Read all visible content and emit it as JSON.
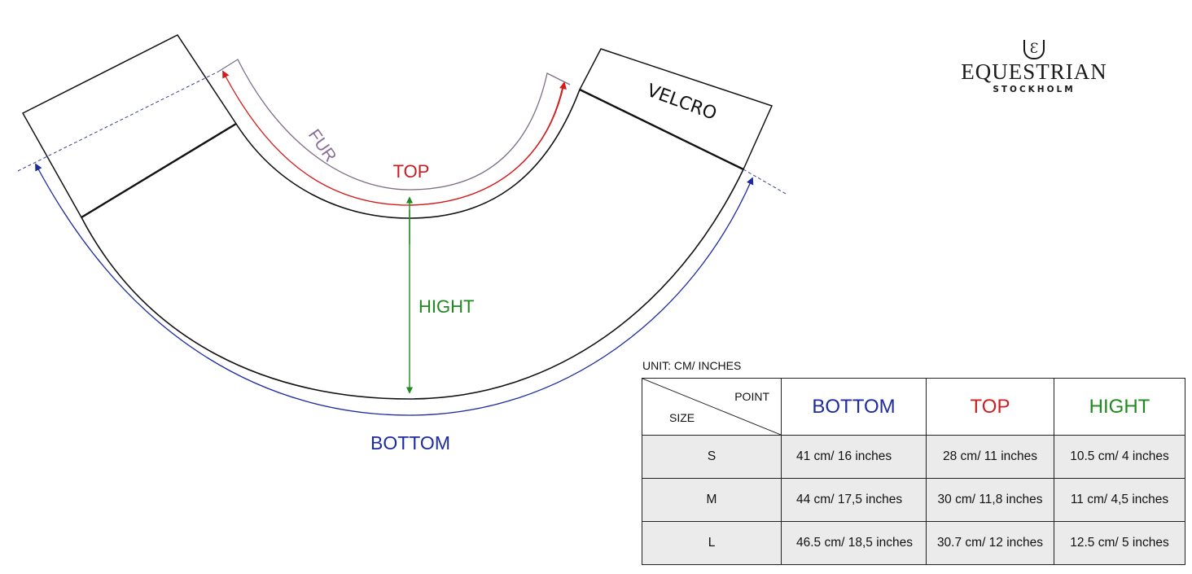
{
  "diagram": {
    "labels": {
      "fur": "FUR",
      "top": "TOP",
      "hight": "HIGHT",
      "bottom": "BOTTOM",
      "velcro": "VELCRO"
    },
    "colors": {
      "bottom": "#1c2ba0",
      "top": "#cc1f1f",
      "hight": "#1f8a1f",
      "fur": "#8a6f96",
      "outline": "#111111"
    }
  },
  "logo": {
    "mark": "Ɛ",
    "brand": "EQUESTRIAN",
    "city": "STOCKHOLM"
  },
  "table": {
    "unit": "UNIT: CM/ INCHES",
    "corner_point": "POINT",
    "corner_size": "SIZE",
    "headers": [
      {
        "label": "BOTTOM",
        "color": "#1c2ba0"
      },
      {
        "label": "TOP",
        "color": "#cc1f1f"
      },
      {
        "label": "HIGHT",
        "color": "#1f8a1f"
      }
    ],
    "rows": [
      {
        "size": "S",
        "bottom": "41 cm/ 16 inches",
        "top": "28 cm/ 11 inches",
        "hight": "10.5 cm/ 4 inches"
      },
      {
        "size": "M",
        "bottom": "44 cm/ 17,5 inches",
        "top": "30 cm/ 11,8 inches",
        "hight": "11 cm/ 4,5 inches"
      },
      {
        "size": "L",
        "bottom": "46.5 cm/ 18,5 inches",
        "top": "30.7 cm/ 12 inches",
        "hight": "12.5 cm/ 5 inches"
      }
    ]
  }
}
